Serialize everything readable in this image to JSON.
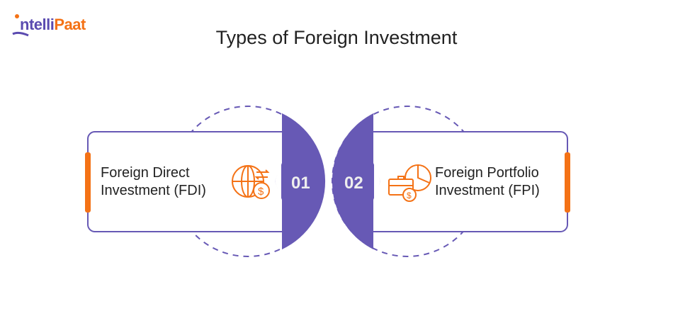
{
  "logo": {
    "text_main": "ntelli",
    "text_accent": "Paat",
    "full": "IntelliPaat"
  },
  "title": "Types of Foreign Investment",
  "items": [
    {
      "number": "01",
      "line1": "Foreign Direct",
      "line2": "Investment (FDI)",
      "icon": "globe-exchange-dollar-icon"
    },
    {
      "number": "02",
      "line1": "Foreign Portfolio",
      "line2": "Investment (FPI)",
      "icon": "briefcase-pie-dollar-icon"
    }
  ],
  "colors": {
    "purple": "#6759b5",
    "orange": "#f47216",
    "text": "#222222"
  }
}
